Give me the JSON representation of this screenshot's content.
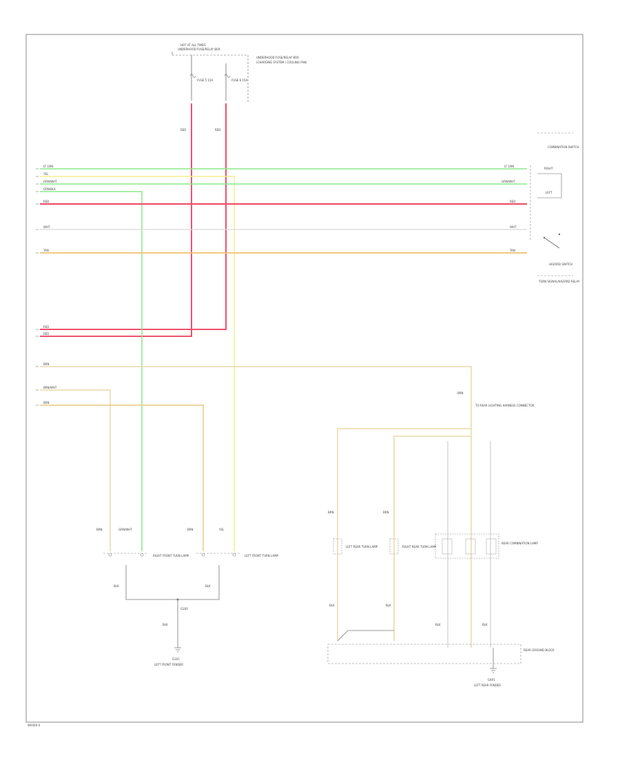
{
  "colors": {
    "green": "#88e888",
    "yellow": "#f4f08c",
    "red": "#f0506a",
    "white": "#cfcfcf",
    "tan": "#ecd8a8",
    "frame": "#888888"
  },
  "ids": {
    "figure": "W0300-0"
  },
  "hot_at_all_times": {
    "header": "HOT AT ALL TIMES",
    "box": "UNDERHOOD FUSE/RELAY BOX",
    "fuse_left": "FUSE 5 15A",
    "fuse_right": "FUSE 6 15A",
    "note": "(CHARGING SYSTEM / COOLING FAN)"
  },
  "combination_switch": {
    "title": "COMBINATION SWITCH",
    "right": "RIGHT",
    "left": "LEFT",
    "hazard": "HAZARD SWITCH",
    "module": "TURN SIGNAL/HAZARD RELAY"
  },
  "bus_wires": [
    {
      "left": "LT GRN",
      "right": "LT GRN"
    },
    {
      "left": "YEL",
      "right": ""
    },
    {
      "left": "GRN/WHT",
      "right": "GRN/WHT"
    },
    {
      "left": "GRN/BLK",
      "right": ""
    },
    {
      "left": "RED",
      "right": "RED"
    },
    {
      "left": "WHT",
      "right": "WHT"
    },
    {
      "left": "TAN",
      "right": "TAN"
    },
    {
      "left": "RED",
      "right": ""
    },
    {
      "left": "RED",
      "right": ""
    },
    {
      "left": "BRN",
      "right": ""
    },
    {
      "left": "BRN/WHT",
      "right": ""
    },
    {
      "left": "BRN",
      "right": ""
    }
  ],
  "fuse_wire_labels": [
    "RED",
    "RED"
  ],
  "front_lamps": {
    "wire_a": "BRN",
    "wire_b": "GRN/WHT",
    "wire_c": "BRN",
    "wire_d": "YEL",
    "right_lamp": "RIGHT FRONT TURN LAMP",
    "left_lamp": "LEFT FRONT TURN LAMP",
    "ground_wire": "BLK",
    "junction": "G200",
    "ground_label_id": "G101",
    "ground_label": "LEFT FRONT FENDER"
  },
  "rear_lamps": {
    "connector_note": "TO REAR LIGHTING HARNESS CONNECTOR",
    "wire_brn": "BRN",
    "left_lamp": "LEFT REAR TURN LAMP",
    "right_lamp": "RIGHT REAR TURN LAMP",
    "combo_lamp": "REAR COMBINATION LAMP",
    "ground_wire": "BLK",
    "ground_block": "REAR GROUND BLOCK",
    "ground_label_id": "G401",
    "ground_label": "LEFT REAR FENDER"
  }
}
